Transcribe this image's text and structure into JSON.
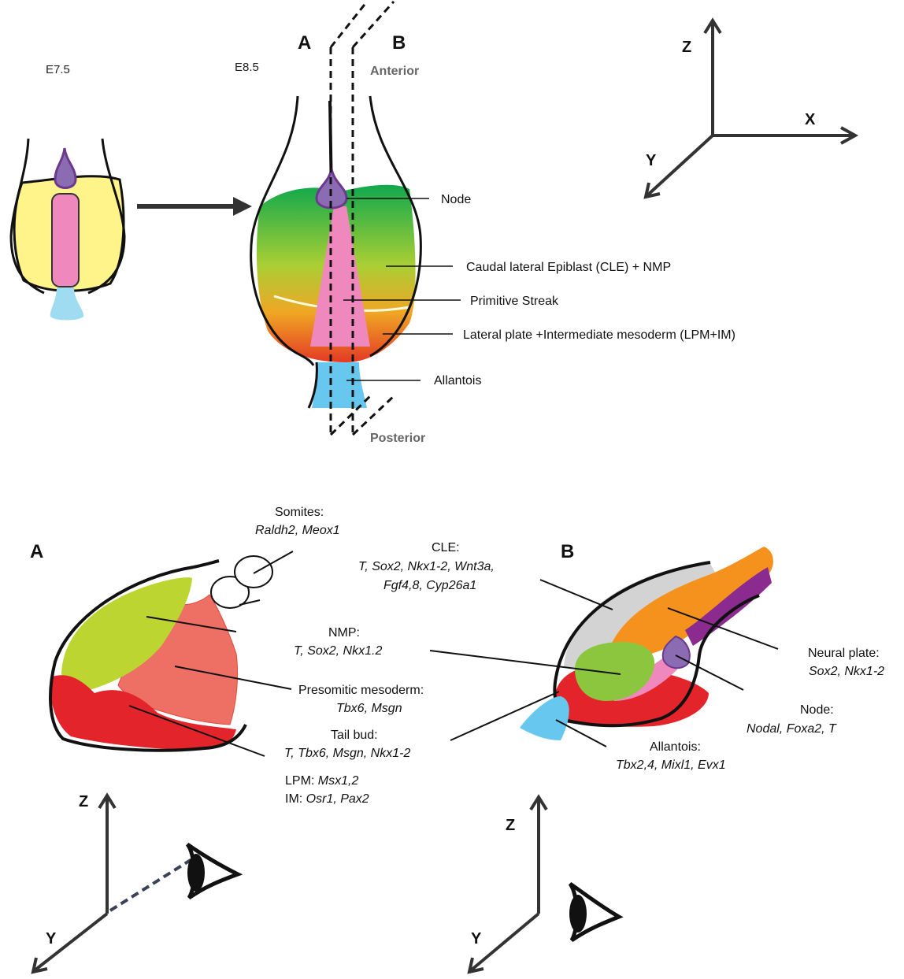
{
  "top": {
    "stage_e75": "E7.5",
    "stage_e85": "E8.5",
    "section_a": "A",
    "section_b": "B",
    "anterior": "Anterior",
    "posterior": "Posterior",
    "labels": {
      "node": "Node",
      "cle_nmp": "Caudal lateral Epiblast (CLE) + NMP",
      "primitive_streak": "Primitive Streak",
      "lpm_im": "Lateral plate +Intermediate mesoderm (LPM+IM)",
      "allantois": "Allantois"
    },
    "axes": {
      "z": "Z",
      "x": "X",
      "y": "Y"
    }
  },
  "panel_a": {
    "letter": "A",
    "somites": {
      "title": "Somites:",
      "genes": "Raldh2, Meox1"
    },
    "nmp": {
      "title": "NMP:",
      "genes": "T, Sox2, Nkx1.2"
    },
    "psm": {
      "title": "Presomitic mesoderm:",
      "genes": "Tbx6, Msgn"
    },
    "tailbud": {
      "title": "Tail bud:",
      "genes": "T, Tbx6, Msgn, Nkx1-2"
    },
    "lpm": {
      "title": "LPM: ",
      "genes": "Msx1,2"
    },
    "im": {
      "title": "IM: ",
      "genes": "Osr1, Pax2"
    },
    "axes": {
      "z": "Z",
      "y": "Y"
    }
  },
  "panel_b": {
    "letter": "B",
    "cle": {
      "title": "CLE:",
      "genes_line1": "T, Sox2, Nkx1-2, Wnt3a,",
      "genes_line2": "Fgf4,8, Cyp26a1"
    },
    "neural_plate": {
      "title": "Neural plate:",
      "genes": "Sox2, Nkx1-2"
    },
    "node": {
      "title": "Node:",
      "genes": "Nodal, Foxa2, T"
    },
    "allantois": {
      "title": "Allantois:",
      "genes": "Tbx2,4, Mixl1, Evx1"
    },
    "axes": {
      "z": "Z",
      "y": "Y"
    }
  },
  "colors": {
    "yellow": "#fff48a",
    "purple": "#8b6bb1",
    "pink": "#ef88bc",
    "blue": "#9fdcf2",
    "green": "#24a94a",
    "lime": "#bcd530",
    "salmon": "#ee6f63",
    "red": "#e4242b",
    "orange": "#f5921e",
    "violet": "#8b2a8f",
    "grey": "#d3d3d3",
    "light_green": "#8cc63f",
    "sky": "#67c7ef"
  }
}
